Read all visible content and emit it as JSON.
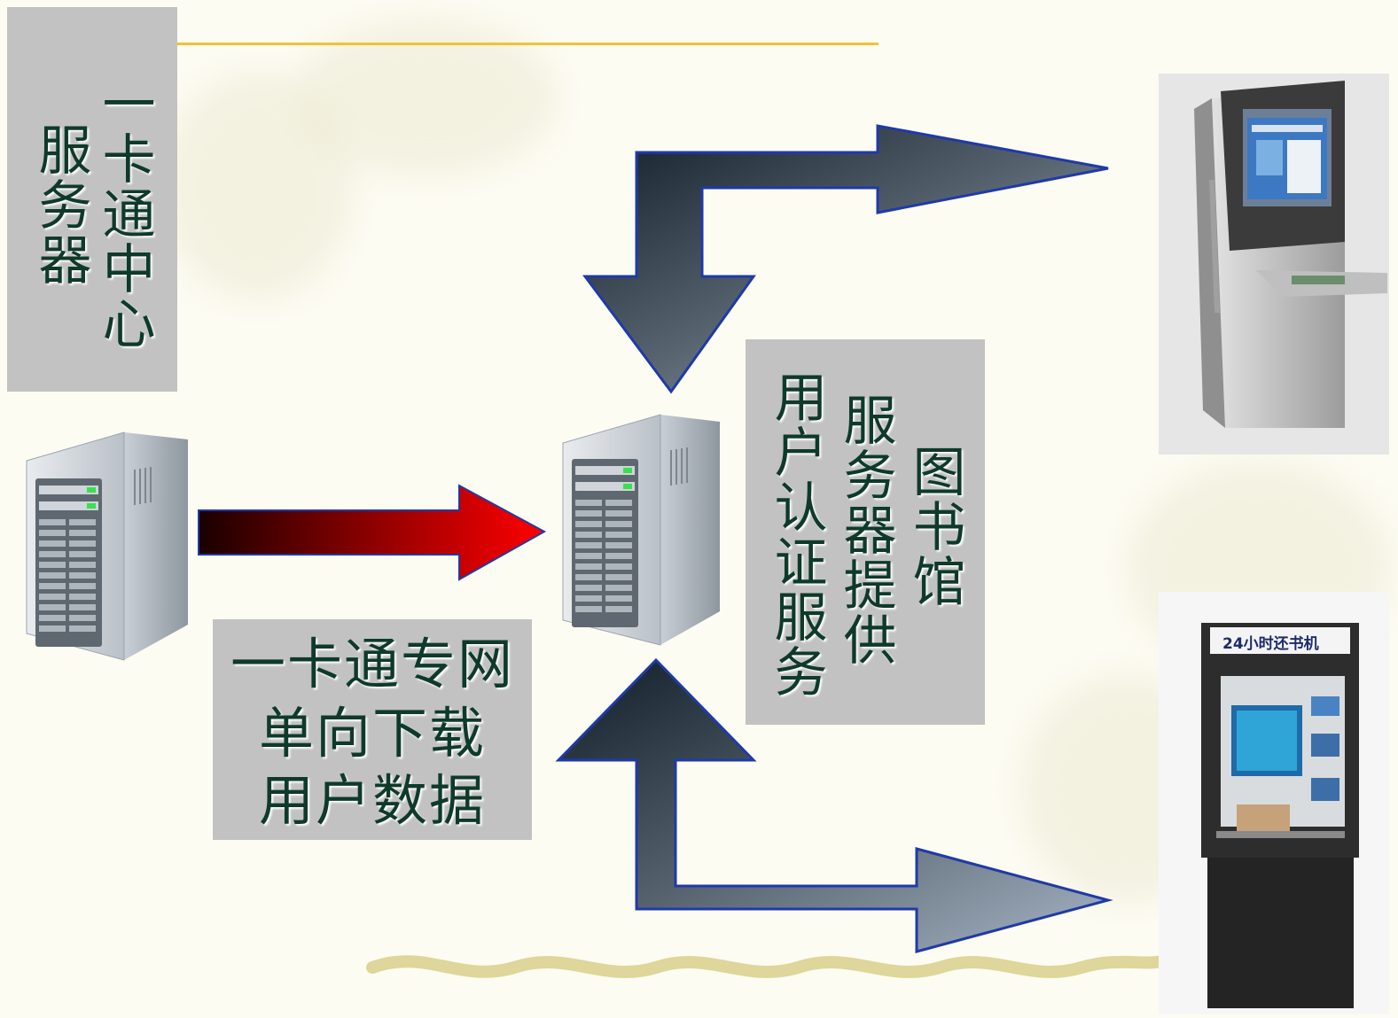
{
  "labels": {
    "central_server": [
      "服务器",
      "一卡通中心"
    ],
    "library_server": [
      "图书馆",
      "服务器提供",
      "用户认证服务"
    ],
    "network": [
      "一卡通专网",
      "单向下载",
      "用户数据"
    ]
  },
  "kiosks": {
    "return_machine_sign": "24小时还书机"
  },
  "colors": {
    "label_box": "#c2c2c2",
    "label_text": "#0e3a2a",
    "accent_rule": "#f2c232",
    "download_arrow_start": "#1a0000",
    "download_arrow_end": "#ff0000",
    "flow_arrow_stroke": "#1f3aa8",
    "flow_arrow_light": "#a7b4c4",
    "flow_arrow_dark": "#101c28"
  }
}
